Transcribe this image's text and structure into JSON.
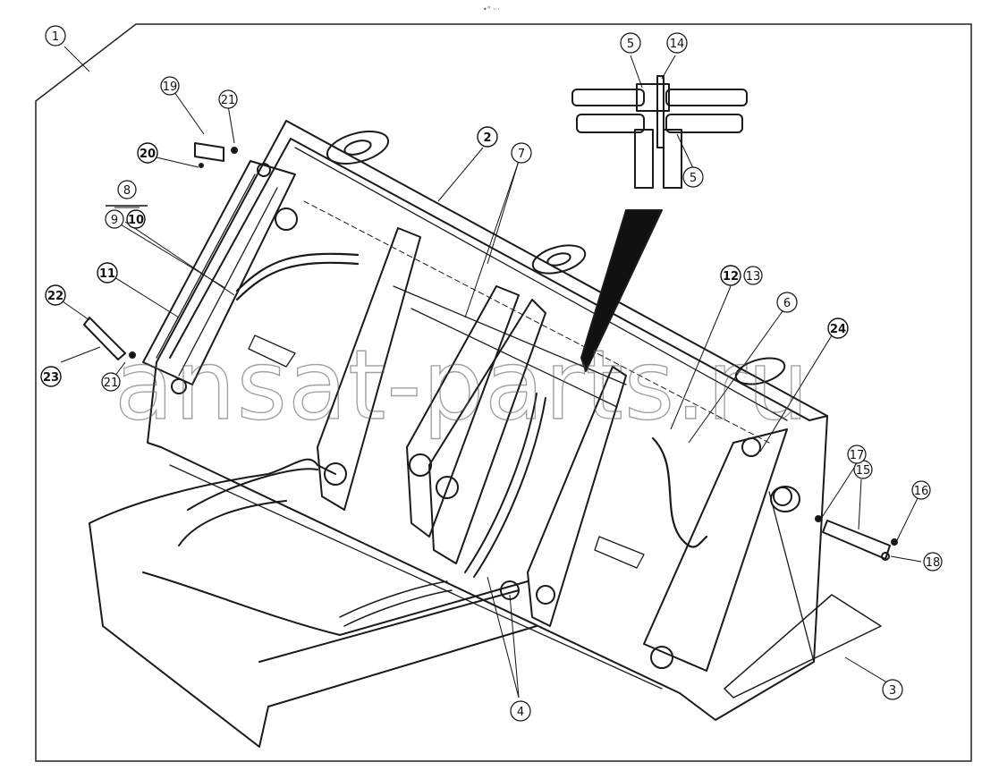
{
  "header": {
    "mark": "•° ···"
  },
  "watermark": {
    "text": "ansat-parts.ru"
  },
  "callouts": [
    {
      "id": "c1",
      "label": "1"
    },
    {
      "id": "c2",
      "label": "2"
    },
    {
      "id": "c3",
      "label": "3"
    },
    {
      "id": "c4",
      "label": "4"
    },
    {
      "id": "c5a",
      "label": "5"
    },
    {
      "id": "c5b",
      "label": "5"
    },
    {
      "id": "c6",
      "label": "6"
    },
    {
      "id": "c7",
      "label": "7"
    },
    {
      "id": "c8",
      "label": "8"
    },
    {
      "id": "c9",
      "label": "9"
    },
    {
      "id": "c10",
      "label": "10"
    },
    {
      "id": "c11",
      "label": "11"
    },
    {
      "id": "c12",
      "label": "12"
    },
    {
      "id": "c13",
      "label": "13"
    },
    {
      "id": "c14",
      "label": "14"
    },
    {
      "id": "c15",
      "label": "15"
    },
    {
      "id": "c16",
      "label": "16"
    },
    {
      "id": "c17",
      "label": "17"
    },
    {
      "id": "c18",
      "label": "18"
    },
    {
      "id": "c19",
      "label": "19"
    },
    {
      "id": "c20",
      "label": "20"
    },
    {
      "id": "c21a",
      "label": "21"
    },
    {
      "id": "c21b",
      "label": "21"
    },
    {
      "id": "c22",
      "label": "22"
    },
    {
      "id": "c23",
      "label": "23"
    },
    {
      "id": "c24",
      "label": "24"
    }
  ]
}
